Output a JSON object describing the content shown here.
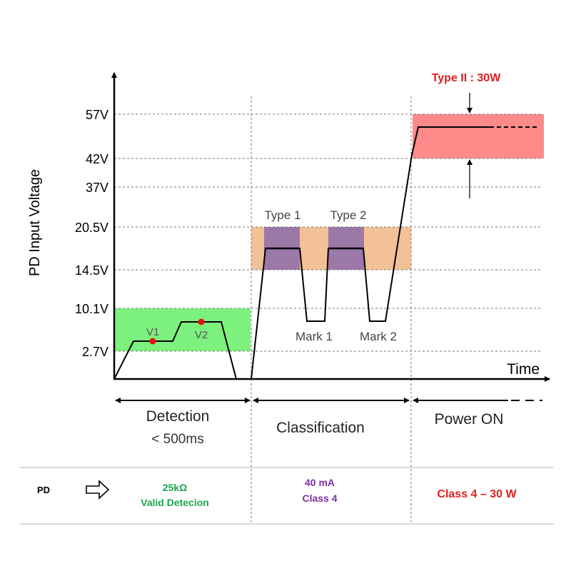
{
  "axes": {
    "y_label": "PD Input Voltage",
    "x_label": "Time",
    "y_ticks": [
      "57V",
      "42V",
      "37V",
      "20.5V",
      "14.5V",
      "10.1V",
      "2.7V"
    ]
  },
  "annotations": {
    "v1": "V1",
    "v2": "V2",
    "type1": "Type 1",
    "type2": "Type 2",
    "mark1": "Mark 1",
    "mark2": "Mark 2",
    "power_label": "Type II : 30W"
  },
  "phases": {
    "detection": "Detection",
    "detection_time": "< 500ms",
    "classification": "Classification",
    "power_on": "Power ON"
  },
  "bottom_row": {
    "pd_label": "PD",
    "detection_line1": "25kΩ",
    "detection_line2": "Valid Detecion",
    "classification_line1": "40 mA",
    "classification_line2": "Class 4",
    "power_text": "Class 4 – 30 W"
  },
  "colors": {
    "detection_band": "#66ee66",
    "classification_band": "#f2c196",
    "type_band": "#9b78a8",
    "power_band": "#ff8a8a",
    "detection_text": "#1aa64a",
    "classification_text": "#7a2fa0",
    "power_text": "#e02020",
    "marker": "#e81010"
  }
}
